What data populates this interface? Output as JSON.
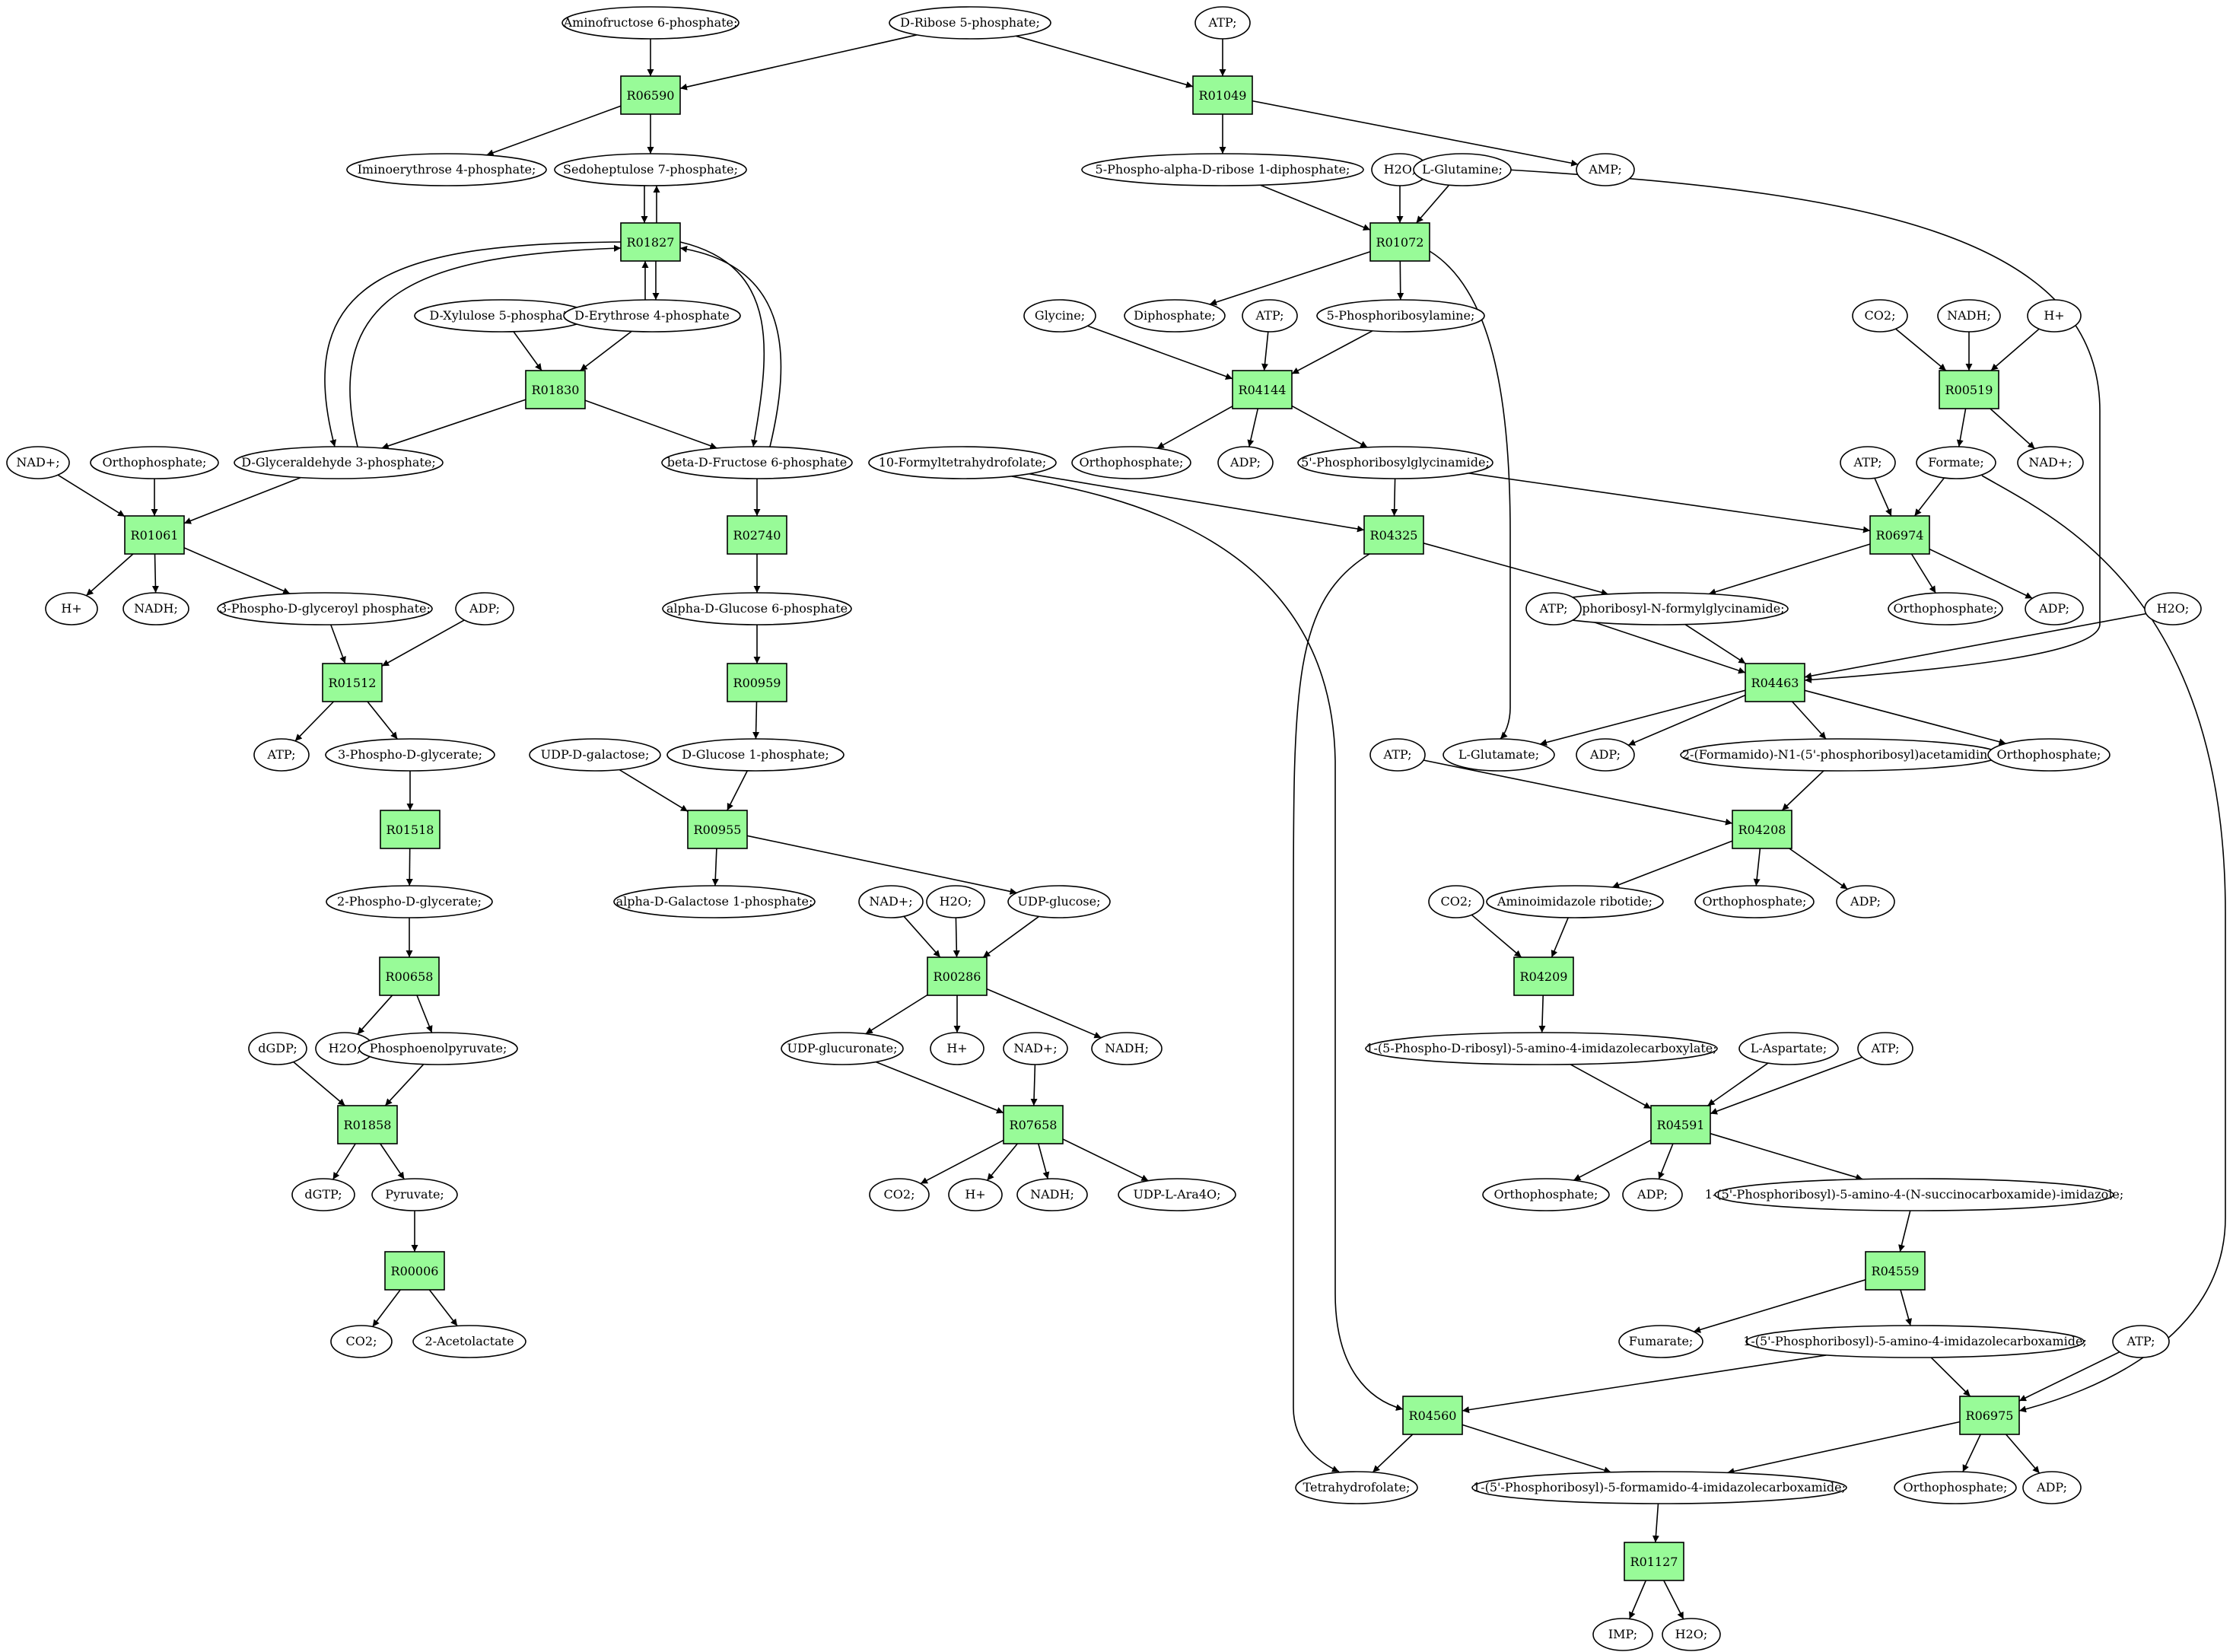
{
  "diagram": {
    "colors": {
      "reaction_fill": "#98fb98",
      "start_fill": "#00ff00",
      "end_fill": "#ffff00",
      "metabolite_fill": "#ffffff",
      "stroke": "#000000"
    },
    "metabolites": [
      {
        "id": "m_aminofru6p",
        "label": "Aminofructose 6-phosphate;"
      },
      {
        "id": "m_ribose5p",
        "label": "D-Ribose 5-phosphate;",
        "role": "start"
      },
      {
        "id": "m_atp1",
        "label": "ATP;"
      },
      {
        "id": "m_imino",
        "label": "Iminoerythrose 4-phosphate;"
      },
      {
        "id": "m_s7p",
        "label": "Sedoheptulose 7-phosphate;"
      },
      {
        "id": "m_prpp",
        "label": "5-Phospho-alpha-D-ribose 1-diphosphate;"
      },
      {
        "id": "m_h2o1",
        "label": "H2O;"
      },
      {
        "id": "m_gln",
        "label": "L-Glutamine;"
      },
      {
        "id": "m_amp",
        "label": "AMP;"
      },
      {
        "id": "m_xu5p",
        "label": "D-Xylulose 5-phosphate"
      },
      {
        "id": "m_e4p",
        "label": "D-Erythrose 4-phosphate"
      },
      {
        "id": "m_gly",
        "label": "Glycine;"
      },
      {
        "id": "m_ppi",
        "label": "Diphosphate;"
      },
      {
        "id": "m_atp2",
        "label": "ATP;"
      },
      {
        "id": "m_pra",
        "label": "5-Phosphoribosylamine;"
      },
      {
        "id": "m_co2a",
        "label": "CO2;"
      },
      {
        "id": "m_nadh1",
        "label": "NADH;"
      },
      {
        "id": "m_hplus1",
        "label": "H+"
      },
      {
        "id": "m_nadplus1",
        "label": "NAD+;"
      },
      {
        "id": "m_pi1",
        "label": "Orthophosphate;"
      },
      {
        "id": "m_g3p",
        "label": "D-Glyceraldehyde 3-phosphate;"
      },
      {
        "id": "m_f6p",
        "label": "beta-D-Fructose 6-phosphate"
      },
      {
        "id": "m_fthf",
        "label": "10-Formyltetrahydrofolate;"
      },
      {
        "id": "m_pi2",
        "label": "Orthophosphate;"
      },
      {
        "id": "m_adp1",
        "label": "ADP;"
      },
      {
        "id": "m_gar",
        "label": "5'-Phosphoribosylglycinamide;"
      },
      {
        "id": "m_atp3",
        "label": "ATP;"
      },
      {
        "id": "m_formate",
        "label": "Formate;"
      },
      {
        "id": "m_nadplus2",
        "label": "NAD+;"
      },
      {
        "id": "m_hplus2",
        "label": "H+"
      },
      {
        "id": "m_nadh2",
        "label": "NADH;"
      },
      {
        "id": "m_bpg",
        "label": "3-Phospho-D-glyceroyl phosphate;"
      },
      {
        "id": "m_adp2",
        "label": "ADP;"
      },
      {
        "id": "m_g6p",
        "label": "alpha-D-Glucose 6-phosphate"
      },
      {
        "id": "m_fgar",
        "label": "5'-Phosphoribosyl-N-formylglycinamide;"
      },
      {
        "id": "m_pi3",
        "label": "Orthophosphate;"
      },
      {
        "id": "m_adp3",
        "label": "ADP;"
      },
      {
        "id": "m_atp4",
        "label": "ATP;"
      },
      {
        "id": "m_h2o2",
        "label": "H2O;"
      },
      {
        "id": "m_atp5",
        "label": "ATP;"
      },
      {
        "id": "m_3pg",
        "label": "3-Phospho-D-glycerate;"
      },
      {
        "id": "m_udpgal",
        "label": "UDP-D-galactose;"
      },
      {
        "id": "m_g1p",
        "label": "D-Glucose 1-phosphate;"
      },
      {
        "id": "m_glu",
        "label": "L-Glutamate;"
      },
      {
        "id": "m_adp4",
        "label": "ADP;"
      },
      {
        "id": "m_fgam",
        "label": "2-(Formamido)-N1-(5'-phosphoribosyl)acetamidine;"
      },
      {
        "id": "m_pi4",
        "label": "Orthophosphate;"
      },
      {
        "id": "m_atp6",
        "label": "ATP;"
      },
      {
        "id": "m_2pg",
        "label": "2-Phospho-D-glycerate;"
      },
      {
        "id": "m_gal1p",
        "label": "alpha-D-Galactose 1-phosphate;"
      },
      {
        "id": "m_nadplus3",
        "label": "NAD+;"
      },
      {
        "id": "m_h2o3",
        "label": "H2O;"
      },
      {
        "id": "m_udpglc",
        "label": "UDP-glucose;"
      },
      {
        "id": "m_co2b",
        "label": "CO2;"
      },
      {
        "id": "m_air",
        "label": "Aminoimidazole ribotide;"
      },
      {
        "id": "m_pi5",
        "label": "Orthophosphate;"
      },
      {
        "id": "m_adp5",
        "label": "ADP;"
      },
      {
        "id": "m_dgdp",
        "label": "dGDP;"
      },
      {
        "id": "m_h2o4",
        "label": "H2O;"
      },
      {
        "id": "m_pep",
        "label": "Phosphoenolpyruvate;"
      },
      {
        "id": "m_udpglcA",
        "label": "UDP-glucuronate;"
      },
      {
        "id": "m_hplus3",
        "label": "H+"
      },
      {
        "id": "m_nadplus4",
        "label": "NAD+;"
      },
      {
        "id": "m_nadh3",
        "label": "NADH;"
      },
      {
        "id": "m_cair",
        "label": "1-(5-Phospho-D-ribosyl)-5-amino-4-imidazolecarboxylate;"
      },
      {
        "id": "m_asp",
        "label": "L-Aspartate;"
      },
      {
        "id": "m_atp7",
        "label": "ATP;"
      },
      {
        "id": "m_dgtp",
        "label": "dGTP;"
      },
      {
        "id": "m_pyr",
        "label": "Pyruvate;"
      },
      {
        "id": "m_co2c",
        "label": "CO2;"
      },
      {
        "id": "m_hplus4",
        "label": "H+"
      },
      {
        "id": "m_nadh4",
        "label": "NADH;"
      },
      {
        "id": "m_udpara",
        "label": "UDP-L-Ara4O;"
      },
      {
        "id": "m_pi6",
        "label": "Orthophosphate;"
      },
      {
        "id": "m_adp6",
        "label": "ADP;"
      },
      {
        "id": "m_saicar",
        "label": "1-(5'-Phosphoribosyl)-5-amino-4-(N-succinocarboxamide)-imidazole;"
      },
      {
        "id": "m_co2d",
        "label": "CO2;"
      },
      {
        "id": "m_acetolac",
        "label": "2-Acetolactate"
      },
      {
        "id": "m_fum",
        "label": "Fumarate;"
      },
      {
        "id": "m_aicar",
        "label": "1-(5'-Phosphoribosyl)-5-amino-4-imidazolecarboxamide;"
      },
      {
        "id": "m_atp8",
        "label": "ATP;"
      },
      {
        "id": "m_thf",
        "label": "Tetrahydrofolate;"
      },
      {
        "id": "m_faicar",
        "label": "1-(5'-Phosphoribosyl)-5-formamido-4-imidazolecarboxamide;"
      },
      {
        "id": "m_pi7",
        "label": "Orthophosphate;"
      },
      {
        "id": "m_adp7",
        "label": "ADP;"
      },
      {
        "id": "m_imp",
        "label": "IMP;",
        "role": "end"
      },
      {
        "id": "m_h2o5",
        "label": "H2O;"
      }
    ],
    "reactions": [
      {
        "id": "R06590",
        "label": "R06590"
      },
      {
        "id": "R01049",
        "label": "R01049"
      },
      {
        "id": "R01827",
        "label": "R01827"
      },
      {
        "id": "R01072",
        "label": "R01072"
      },
      {
        "id": "R01830",
        "label": "R01830"
      },
      {
        "id": "R04144",
        "label": "R04144"
      },
      {
        "id": "R00519",
        "label": "R00519"
      },
      {
        "id": "R01061",
        "label": "R01061"
      },
      {
        "id": "R02740",
        "label": "R02740"
      },
      {
        "id": "R04325",
        "label": "R04325"
      },
      {
        "id": "R06974",
        "label": "R06974"
      },
      {
        "id": "R01512",
        "label": "R01512"
      },
      {
        "id": "R00959",
        "label": "R00959"
      },
      {
        "id": "R04463",
        "label": "R04463"
      },
      {
        "id": "R01518",
        "label": "R01518"
      },
      {
        "id": "R00955",
        "label": "R00955"
      },
      {
        "id": "R04208",
        "label": "R04208"
      },
      {
        "id": "R00658",
        "label": "R00658"
      },
      {
        "id": "R00286",
        "label": "R00286"
      },
      {
        "id": "R04209",
        "label": "R04209"
      },
      {
        "id": "R01858",
        "label": "R01858"
      },
      {
        "id": "R07658",
        "label": "R07658"
      },
      {
        "id": "R04591",
        "label": "R04591"
      },
      {
        "id": "R00006",
        "label": "R00006"
      },
      {
        "id": "R04559",
        "label": "R04559"
      },
      {
        "id": "R04560",
        "label": "R04560"
      },
      {
        "id": "R06975",
        "label": "R06975"
      },
      {
        "id": "R01127",
        "label": "R01127"
      }
    ],
    "edges": [
      [
        "m_aminofru6p",
        "R06590"
      ],
      [
        "m_ribose5p",
        "R06590"
      ],
      [
        "R06590",
        "m_imino"
      ],
      [
        "R06590",
        "m_s7p"
      ],
      [
        "m_ribose5p",
        "R01049"
      ],
      [
        "m_atp1",
        "R01049"
      ],
      [
        "R01049",
        "m_prpp"
      ],
      [
        "R01049",
        "m_amp"
      ],
      [
        "m_s7p",
        "R01827"
      ],
      [
        "R01827",
        "m_s7p"
      ],
      [
        "m_e4p",
        "R01827"
      ],
      [
        "R01827",
        "m_e4p"
      ],
      [
        "m_g3p",
        "R01827"
      ],
      [
        "R01827",
        "m_g3p"
      ],
      [
        "m_f6p",
        "R01827"
      ],
      [
        "R01827",
        "m_f6p"
      ],
      [
        "m_prpp",
        "R01072"
      ],
      [
        "m_h2o1",
        "R01072"
      ],
      [
        "m_gln",
        "R01072"
      ],
      [
        "R01072",
        "m_ppi"
      ],
      [
        "R01072",
        "m_pra"
      ],
      [
        "R01072",
        "m_glu"
      ],
      [
        "m_xu5p",
        "R01830"
      ],
      [
        "m_e4p",
        "R01830"
      ],
      [
        "R01830",
        "m_g3p"
      ],
      [
        "R01830",
        "m_f6p"
      ],
      [
        "m_gly",
        "R04144"
      ],
      [
        "m_atp2",
        "R04144"
      ],
      [
        "m_pra",
        "R04144"
      ],
      [
        "R04144",
        "m_pi2"
      ],
      [
        "R04144",
        "m_adp1"
      ],
      [
        "R04144",
        "m_gar"
      ],
      [
        "m_co2a",
        "R00519"
      ],
      [
        "m_nadh1",
        "R00519"
      ],
      [
        "m_hplus1",
        "R00519"
      ],
      [
        "R00519",
        "m_formate"
      ],
      [
        "R00519",
        "m_nadplus2"
      ],
      [
        "m_nadplus1",
        "R01061"
      ],
      [
        "m_pi1",
        "R01061"
      ],
      [
        "m_g3p",
        "R01061"
      ],
      [
        "R01061",
        "m_hplus2"
      ],
      [
        "R01061",
        "m_nadh2"
      ],
      [
        "R01061",
        "m_bpg"
      ],
      [
        "m_f6p",
        "R02740"
      ],
      [
        "R02740",
        "m_g6p"
      ],
      [
        "m_fthf",
        "R04325"
      ],
      [
        "m_gar",
        "R04325"
      ],
      [
        "R04325",
        "m_fgar"
      ],
      [
        "R04325",
        "m_thf"
      ],
      [
        "m_gar",
        "R06974"
      ],
      [
        "m_atp3",
        "R06974"
      ],
      [
        "m_formate",
        "R06974"
      ],
      [
        "R06974",
        "m_fgar"
      ],
      [
        "R06974",
        "m_pi3"
      ],
      [
        "R06974",
        "m_adp3"
      ],
      [
        "m_bpg",
        "R01512"
      ],
      [
        "m_adp2",
        "R01512"
      ],
      [
        "R01512",
        "m_atp5"
      ],
      [
        "R01512",
        "m_3pg"
      ],
      [
        "m_g6p",
        "R00959"
      ],
      [
        "R00959",
        "m_g1p"
      ],
      [
        "m_atp4",
        "R04463"
      ],
      [
        "m_fgar",
        "R04463"
      ],
      [
        "m_h2o2",
        "R04463"
      ],
      [
        "m_gln",
        "R04463"
      ],
      [
        "R04463",
        "m_glu"
      ],
      [
        "R04463",
        "m_adp4"
      ],
      [
        "R04463",
        "m_fgam"
      ],
      [
        "R04463",
        "m_pi4"
      ],
      [
        "m_3pg",
        "R01518"
      ],
      [
        "R01518",
        "m_2pg"
      ],
      [
        "m_udpgal",
        "R00955"
      ],
      [
        "m_g1p",
        "R00955"
      ],
      [
        "R00955",
        "m_gal1p"
      ],
      [
        "R00955",
        "m_udpglc"
      ],
      [
        "m_atp6",
        "R04208"
      ],
      [
        "m_fgam",
        "R04208"
      ],
      [
        "R04208",
        "m_air"
      ],
      [
        "R04208",
        "m_pi5"
      ],
      [
        "R04208",
        "m_adp5"
      ],
      [
        "m_2pg",
        "R00658"
      ],
      [
        "R00658",
        "m_h2o4"
      ],
      [
        "R00658",
        "m_pep"
      ],
      [
        "m_nadplus3",
        "R00286"
      ],
      [
        "m_h2o3",
        "R00286"
      ],
      [
        "m_udpglc",
        "R00286"
      ],
      [
        "R00286",
        "m_udpglcA"
      ],
      [
        "R00286",
        "m_hplus3"
      ],
      [
        "R00286",
        "m_nadh3"
      ],
      [
        "m_co2b",
        "R04209"
      ],
      [
        "m_air",
        "R04209"
      ],
      [
        "R04209",
        "m_cair"
      ],
      [
        "m_dgdp",
        "R01858"
      ],
      [
        "m_pep",
        "R01858"
      ],
      [
        "R01858",
        "m_dgtp"
      ],
      [
        "R01858",
        "m_pyr"
      ],
      [
        "m_udpglcA",
        "R07658"
      ],
      [
        "m_nadplus4",
        "R07658"
      ],
      [
        "R07658",
        "m_co2c"
      ],
      [
        "R07658",
        "m_hplus4"
      ],
      [
        "R07658",
        "m_nadh4"
      ],
      [
        "R07658",
        "m_udpara"
      ],
      [
        "m_cair",
        "R04591"
      ],
      [
        "m_asp",
        "R04591"
      ],
      [
        "m_atp7",
        "R04591"
      ],
      [
        "R04591",
        "m_pi6"
      ],
      [
        "R04591",
        "m_adp6"
      ],
      [
        "R04591",
        "m_saicar"
      ],
      [
        "m_pyr",
        "R00006"
      ],
      [
        "R00006",
        "m_co2d"
      ],
      [
        "R00006",
        "m_acetolac"
      ],
      [
        "m_saicar",
        "R04559"
      ],
      [
        "R04559",
        "m_fum"
      ],
      [
        "R04559",
        "m_aicar"
      ],
      [
        "m_fthf",
        "R04560"
      ],
      [
        "m_aicar",
        "R04560"
      ],
      [
        "R04560",
        "m_thf"
      ],
      [
        "R04560",
        "m_faicar"
      ],
      [
        "m_aicar",
        "R06975"
      ],
      [
        "m_atp8",
        "R06975"
      ],
      [
        "m_formate",
        "R06975"
      ],
      [
        "R06975",
        "m_faicar"
      ],
      [
        "R06975",
        "m_pi7"
      ],
      [
        "R06975",
        "m_adp7"
      ],
      [
        "m_faicar",
        "R01127"
      ],
      [
        "R01127",
        "m_imp"
      ],
      [
        "R01127",
        "m_h2o5"
      ]
    ]
  }
}
